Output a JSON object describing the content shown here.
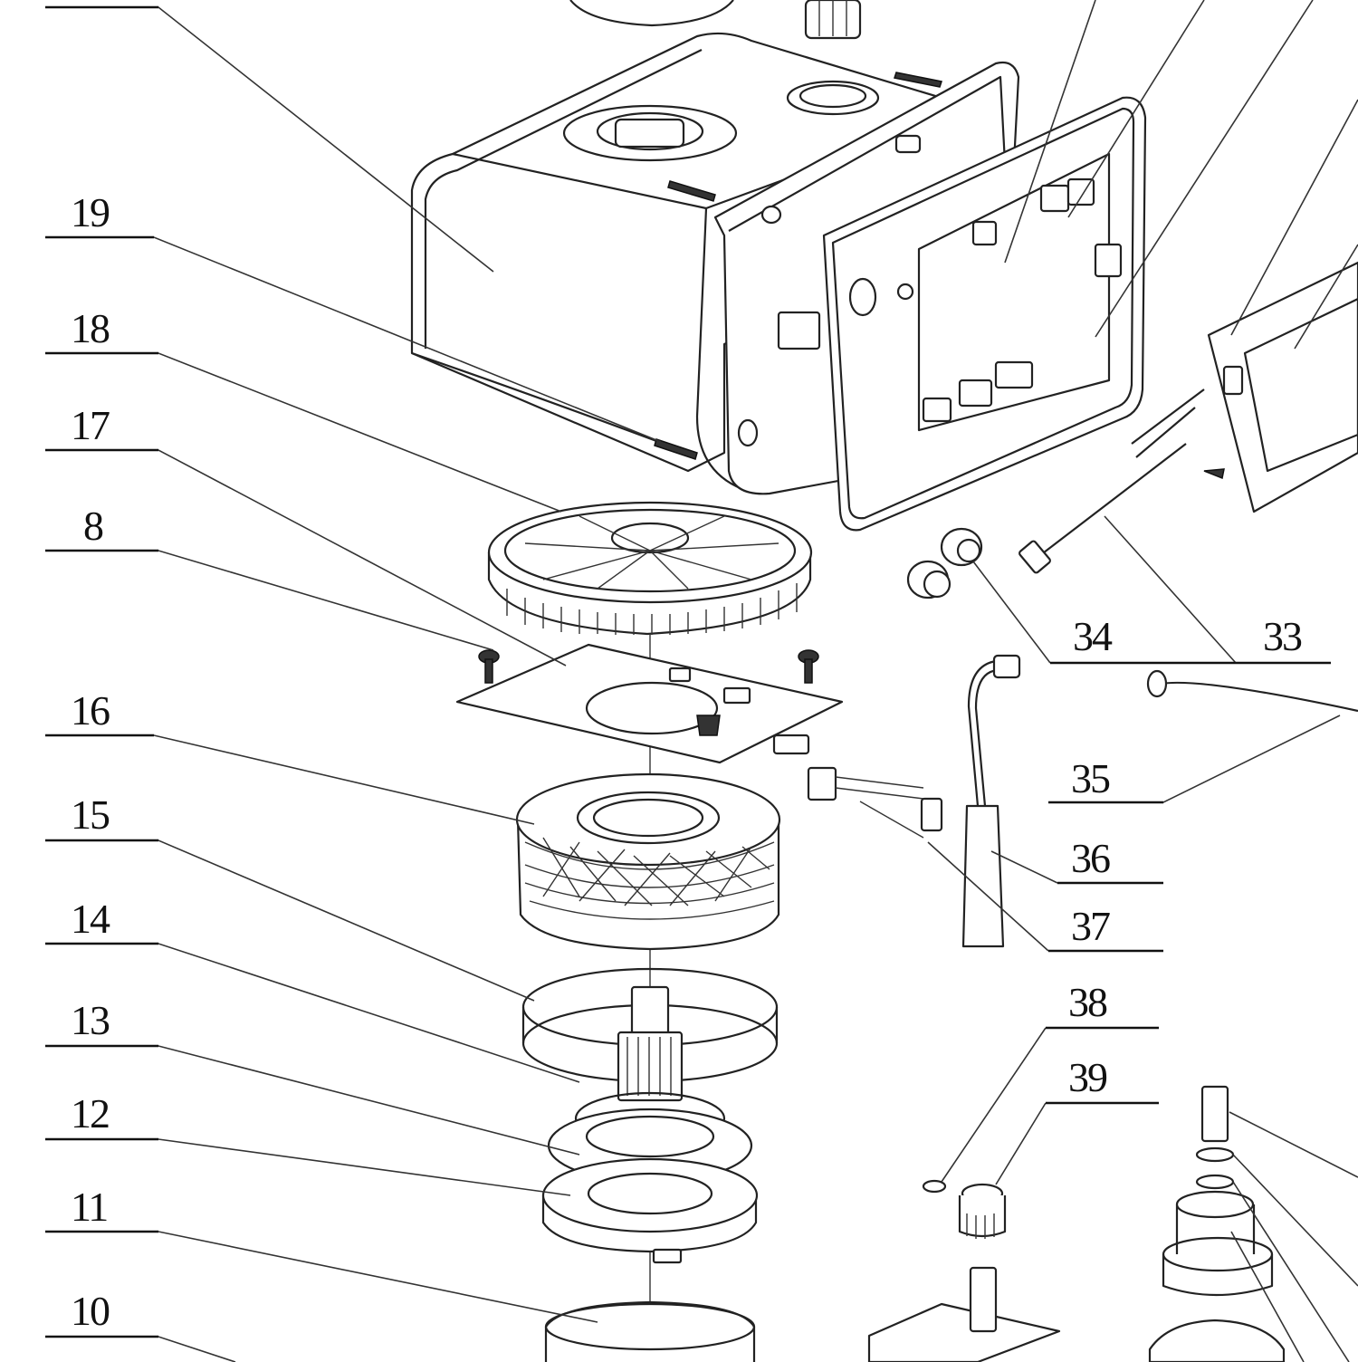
{
  "labels_left": [
    "19",
    "18",
    "17",
    "8",
    "16",
    "15",
    "14",
    "13",
    "12",
    "11",
    "10"
  ],
  "labels_right": [
    "34",
    "33",
    "35",
    "36",
    "37",
    "38",
    "39"
  ]
}
